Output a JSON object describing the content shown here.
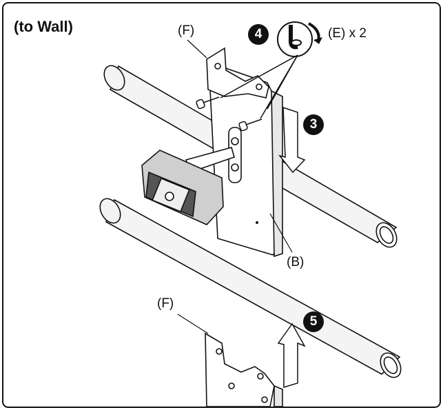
{
  "title": "(to Wall)",
  "labels": {
    "bracket_top": "(F)",
    "bracket_bottom": "(F)",
    "plate": "(B)",
    "screws": "(E) x 2"
  },
  "steps": {
    "step3": "3",
    "step4": "4",
    "step5": "5"
  },
  "colors": {
    "ink": "#111111",
    "paper": "#ffffff",
    "rail": "#f2f2f2"
  }
}
